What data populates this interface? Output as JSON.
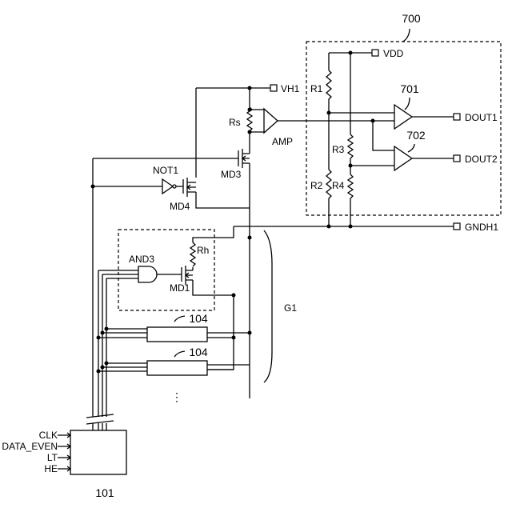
{
  "labels": {
    "block_700": "700",
    "vdd": "VDD",
    "vh1": "VH1",
    "r1": "R1",
    "r2": "R2",
    "r3": "R3",
    "r4": "R4",
    "cmp_701": "701",
    "cmp_702": "702",
    "dout1": "DOUT1",
    "dout2": "DOUT2",
    "gndh1": "GNDH1",
    "rs": "Rs",
    "amp": "AMP",
    "md3": "MD3",
    "not1": "NOT1",
    "md4": "MD4",
    "and3": "AND3",
    "rh": "Rh",
    "md1": "MD1",
    "g1": "G1",
    "blk104_a": "104",
    "blk104_b": "104",
    "ellipsis": "⋮",
    "block_101": "101",
    "clk": "CLK",
    "data_even": "DATA_EVEN",
    "lt": "LT",
    "he": "HE"
  }
}
